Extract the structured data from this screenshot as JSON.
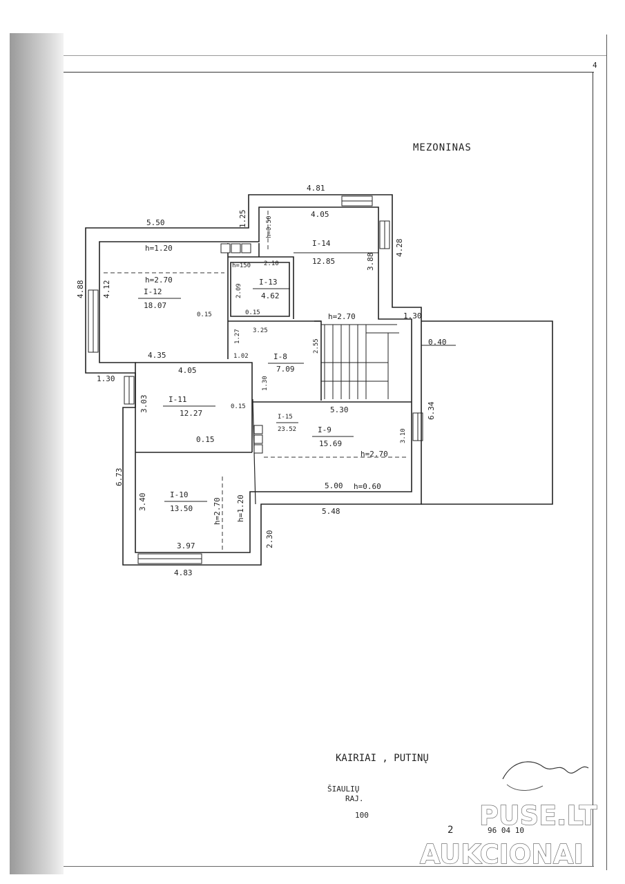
{
  "drawing": {
    "title": "MEZONINAS",
    "corner_mark": "4",
    "rooms": [
      {
        "id": "I-14",
        "area": "12.85"
      },
      {
        "id": "I-13",
        "area": "4.62"
      },
      {
        "id": "I-12",
        "area": "18.07"
      },
      {
        "id": "I-8",
        "area": "7.09"
      },
      {
        "id": "I-11",
        "area": "12.27"
      },
      {
        "id": "I-15",
        "area": "23.52"
      },
      {
        "id": "I-9",
        "area": "15.69"
      },
      {
        "id": "I-10",
        "area": "13.50"
      }
    ],
    "heights": {
      "h_120": "h=1.20",
      "h_270_r12": "h=2.70",
      "h_050": "h=0.50",
      "h_150": "h=150",
      "h_270_r8": "h=2.70",
      "h_270_r9": "h=2.70",
      "h_060": "h=0.60",
      "h_270_r10": "h=2.70",
      "h_120_r10": "h=1.20"
    },
    "dimensions": {
      "d_481": "4.81",
      "d_550": "5.50",
      "d_125": "1.25",
      "d_405_top": "4.05",
      "d_050": "0.50",
      "d_388": "3.88",
      "d_428": "4.28",
      "d_488": "4.88",
      "d_412": "4.12",
      "d_210": "2.10",
      "d_209": "2.09",
      "d_015_a": "0.15",
      "d_015_b": "0.15",
      "d_325": "3.25",
      "d_130_r": "1.30",
      "d_127": "1.27",
      "d_255": "2.55",
      "d_040": "0.40",
      "d_435": "4.35",
      "d_102": "1.02",
      "d_405_mid": "4.05",
      "d_130_l": "1.30",
      "d_130_v": "1.30",
      "d_303": "3.03",
      "d_015_c": "0.15",
      "d_530": "5.30",
      "d_634": "6.34",
      "d_015_d": "0.15",
      "d_310": "3.10",
      "d_673": "6.73",
      "d_500": "5.00",
      "d_548": "5.48",
      "d_340": "3.40",
      "d_230": "2.30",
      "d_397": "3.97",
      "d_483": "4.83"
    },
    "stamp": {
      "line1": "KAIRIAI , PUTINŲ",
      "line2": "ŠIAULIŲ",
      "line3": "RAJ.",
      "scale": "100",
      "sheet_no": "2",
      "date": "96  04  10"
    }
  },
  "watermark": {
    "line1": "PUSE.LT",
    "line2": "AUKCIONAI"
  }
}
